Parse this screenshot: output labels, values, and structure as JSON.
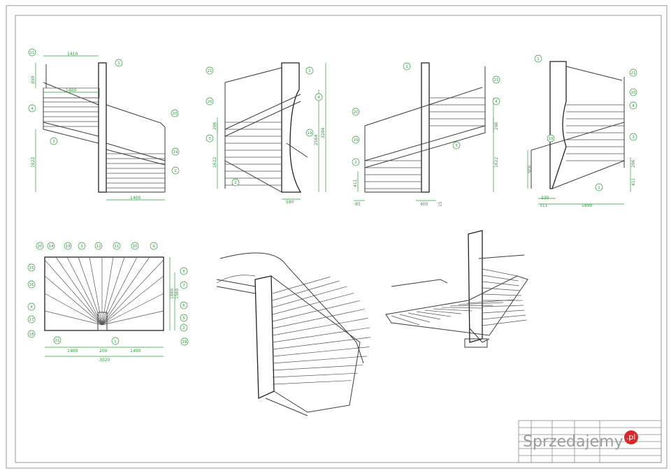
{
  "views": {
    "v1": {
      "dims": {
        "top_width": "1410",
        "mid_width": "1400",
        "rail_h": "899",
        "height": "1622",
        "bottom": "1400"
      },
      "balloons": [
        "21",
        "1",
        "4",
        "20",
        "3",
        "19",
        "2"
      ]
    },
    "v2": {
      "dims": {
        "h_left": "1622",
        "h_small": "296",
        "total": "3294",
        "part": "2564",
        "bottom": "580"
      },
      "balloons": [
        "21",
        "1",
        "20",
        "4",
        "3",
        "19",
        "2"
      ]
    },
    "v3": {
      "dims": {
        "h_right": "1622",
        "h_small": "296",
        "h_low": "411",
        "w_left": "85",
        "w_mid": "400",
        "w_small": "15"
      },
      "balloons": [
        "1",
        "21",
        "4",
        "20",
        "19",
        "3",
        "2"
      ]
    },
    "v4": {
      "dims": {
        "h_left": "900",
        "h_small": "296",
        "h_low": "411",
        "w_a": "230",
        "w_b": "311",
        "w_total": "1890"
      },
      "balloons": [
        "1",
        "21",
        "20",
        "4",
        "3",
        "19",
        "2"
      ]
    },
    "plan": {
      "dims": {
        "left": "1400",
        "mid": "200",
        "right": "1400",
        "total": "3020",
        "depth_a": "1880",
        "depth_b": "1560"
      },
      "balloons_top": [
        "20",
        "14",
        "13",
        "3",
        "12",
        "11",
        "10",
        "9"
      ],
      "balloons_left": [
        "15",
        "16",
        "4",
        "17",
        "18"
      ],
      "balloons_right": [
        "8",
        "7",
        "6",
        "5",
        "2",
        "19"
      ],
      "balloons_bottom": [
        "21",
        "1"
      ]
    }
  },
  "watermark": {
    "text": "Sprzedajemy",
    "badge": ".pl"
  }
}
